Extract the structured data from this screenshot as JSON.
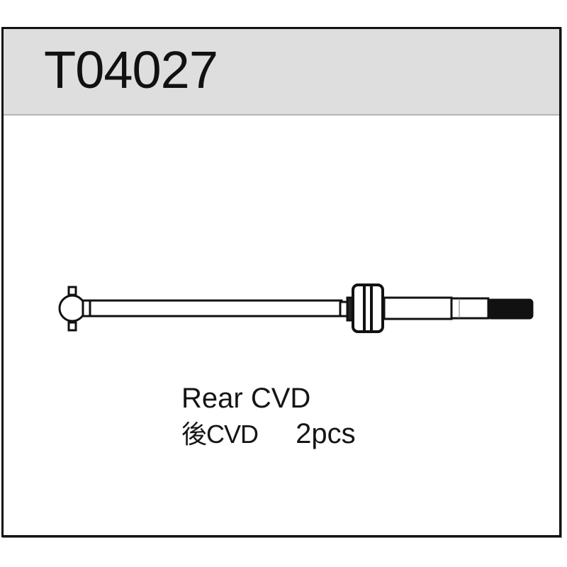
{
  "card": {
    "part_number": "T04027",
    "caption": {
      "name_en": "Rear CVD",
      "name_cn": "後CVD",
      "quantity": "2pcs"
    }
  },
  "diagram": {
    "subject": "rear-cvd-drive-shaft",
    "components": [
      "dogbone-cup-end",
      "shaft",
      "cv-joint",
      "axle",
      "threaded-end"
    ]
  },
  "colors": {
    "header_bg": "#dedede",
    "border": "#111111",
    "line": "#111111"
  }
}
